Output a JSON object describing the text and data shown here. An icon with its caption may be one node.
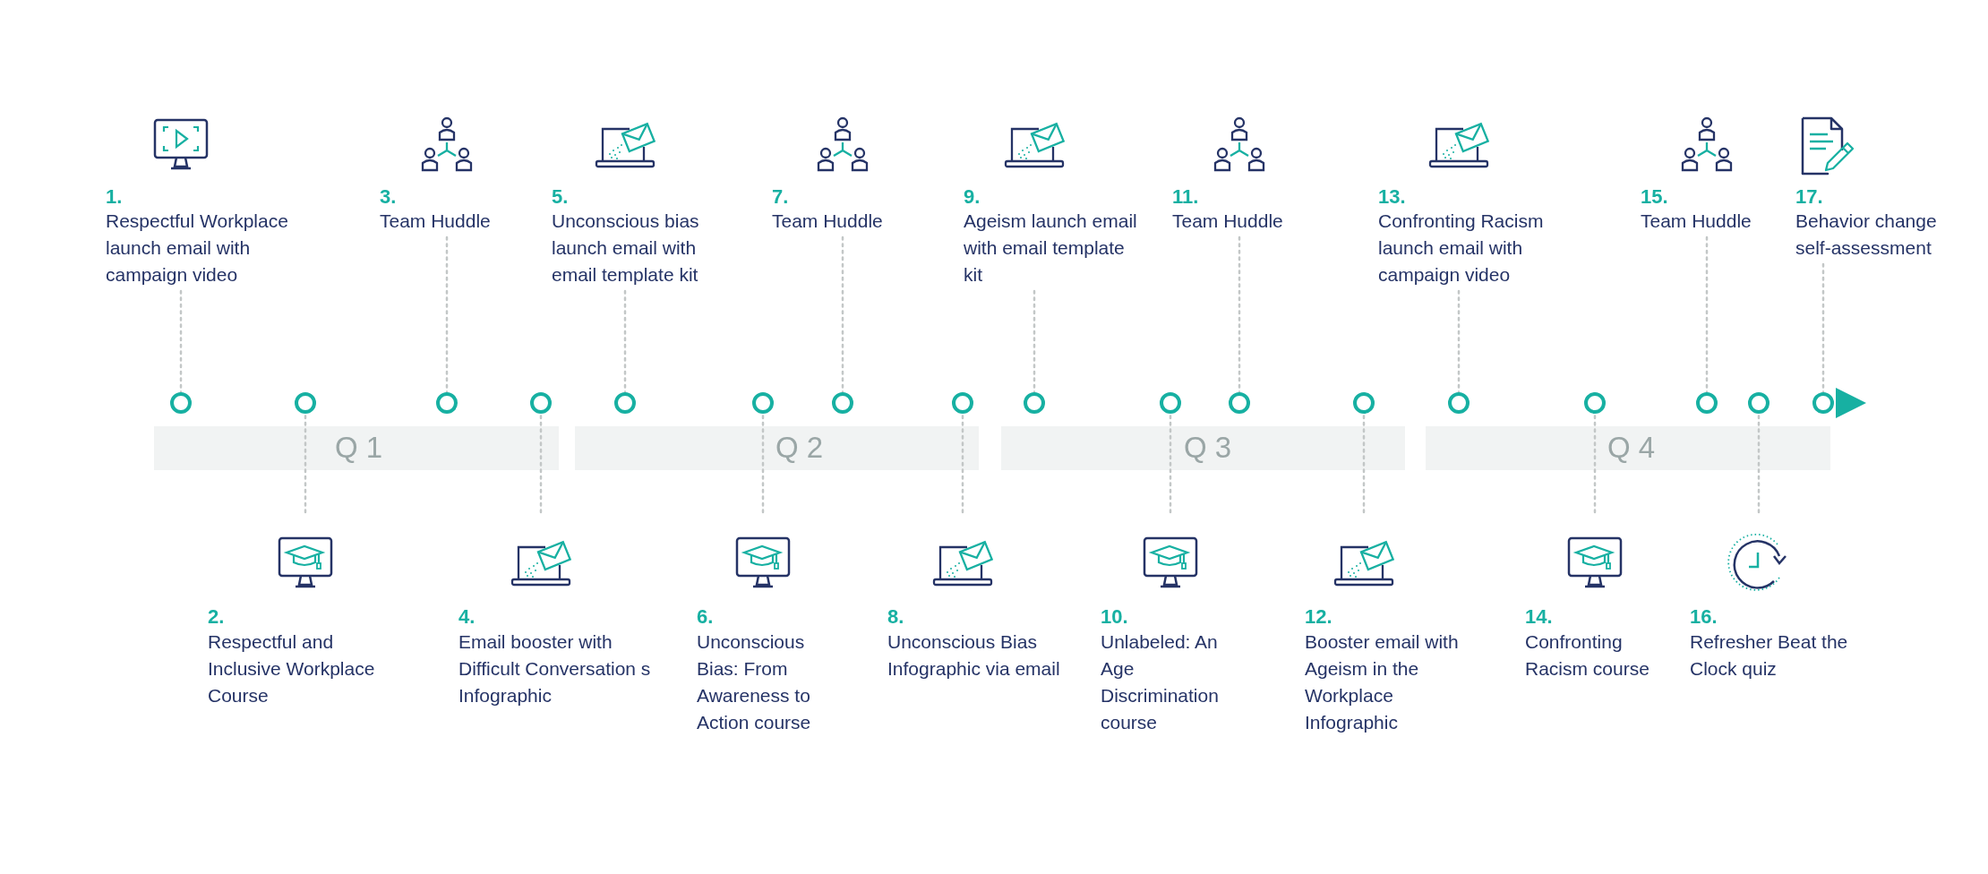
{
  "diagram": {
    "nodes": [
      {
        "text": [
          "1.",
          "Respectful Workplace launch email with campaign video"
        ]
      },
      {
        "text": [
          "2.",
          "Respectful and Inclusive Workplace Course"
        ]
      },
      {
        "text": [
          "3.",
          "Team Huddle"
        ]
      },
      {
        "text": [
          "4.",
          "Email booster with Difficult Conversation s Infographic"
        ]
      },
      {
        "text": [
          "5.",
          "Unconscious bias launch email with email template kit"
        ]
      },
      {
        "text": [
          "6.",
          "Unconscious Bias: From Awareness to Action course"
        ]
      },
      {
        "text": [
          "7.",
          "Team Huddle"
        ]
      },
      {
        "text": [
          "8.",
          "Unconscious Bias Infographic via email"
        ]
      },
      {
        "text": [
          "9.",
          "Ageism launch email with email template kit"
        ]
      },
      {
        "text": [
          "10.",
          "Unlabeled: An Age Discrimination course"
        ]
      },
      {
        "text": [
          "11.",
          "Team Huddle"
        ]
      },
      {
        "text": [
          "12.",
          "Booster email with Ageism in the Workplace Infographic"
        ]
      },
      {
        "text": [
          "13.",
          "Confronting Racism launch email with campaign video"
        ]
      },
      {
        "text": [
          "14.",
          "Confronting Racism course"
        ]
      },
      {
        "text": [
          "15.",
          "Team Huddle"
        ]
      },
      {
        "text": [
          "16.",
          "Refresher Beat the Clock quiz"
        ]
      },
      {
        "text": [
          "17.",
          "Behavior change self-assessment"
        ]
      },
      {
        "text": [],
        "shape": "circle"
      },
      {
        "text": [],
        "shape": "circle"
      },
      {
        "text": [],
        "shape": "circle"
      },
      {
        "text": [],
        "shape": "circle"
      },
      {
        "text": [],
        "shape": "circle"
      },
      {
        "text": [],
        "shape": "circle"
      },
      {
        "text": [],
        "shape": "circle"
      },
      {
        "text": [],
        "shape": "circle"
      },
      {
        "text": [],
        "shape": "circle"
      },
      {
        "text": [],
        "shape": "circle"
      },
      {
        "text": [],
        "shape": "circle"
      },
      {
        "text": [],
        "shape": "circle"
      },
      {
        "text": [],
        "shape": "circle"
      },
      {
        "text": [],
        "shape": "circle"
      },
      {
        "text": [],
        "shape": "circle"
      },
      {
        "text": [],
        "shape": "circle"
      },
      {
        "text": [],
        "shape": "circle"
      },
      {
        "text": [
          "Q 1"
        ]
      },
      {
        "text": [
          "Q 2"
        ]
      },
      {
        "text": [
          "Q 3"
        ]
      },
      {
        "text": [
          "Q 4"
        ]
      }
    ],
    "edges": [
      {
        "from": 0,
        "to": 17,
        "arrow": "none",
        "style": "dashed"
      },
      {
        "from": 1,
        "to": 18,
        "arrow": "none",
        "style": "dashed"
      },
      {
        "from": 2,
        "to": 19,
        "arrow": "none",
        "style": "dashed"
      },
      {
        "from": 3,
        "to": 20,
        "arrow": "none",
        "style": "dashed"
      },
      {
        "from": 4,
        "to": 21,
        "arrow": "none",
        "style": "dashed"
      },
      {
        "from": 5,
        "to": 22,
        "arrow": "none",
        "style": "dashed"
      },
      {
        "from": 6,
        "to": 23,
        "arrow": "none",
        "style": "dashed"
      },
      {
        "from": 7,
        "to": 24,
        "arrow": "none",
        "style": "dashed"
      },
      {
        "from": 8,
        "to": 25,
        "arrow": "none",
        "style": "dashed"
      },
      {
        "from": 9,
        "to": 26,
        "arrow": "none",
        "style": "dashed"
      },
      {
        "from": 10,
        "to": 27,
        "arrow": "none",
        "style": "dashed"
      },
      {
        "from": 11,
        "to": 28,
        "arrow": "none",
        "style": "dashed"
      },
      {
        "from": 12,
        "to": 29,
        "arrow": "none",
        "style": "dashed"
      },
      {
        "from": 13,
        "to": 30,
        "arrow": "none",
        "style": "dashed"
      },
      {
        "from": 14,
        "to": 31,
        "arrow": "none",
        "style": "dashed"
      },
      {
        "from": 15,
        "to": 32,
        "arrow": "none",
        "style": "dashed"
      },
      {
        "from": 16,
        "to": 33,
        "arrow": "none",
        "style": "dashed"
      }
    ]
  }
}
